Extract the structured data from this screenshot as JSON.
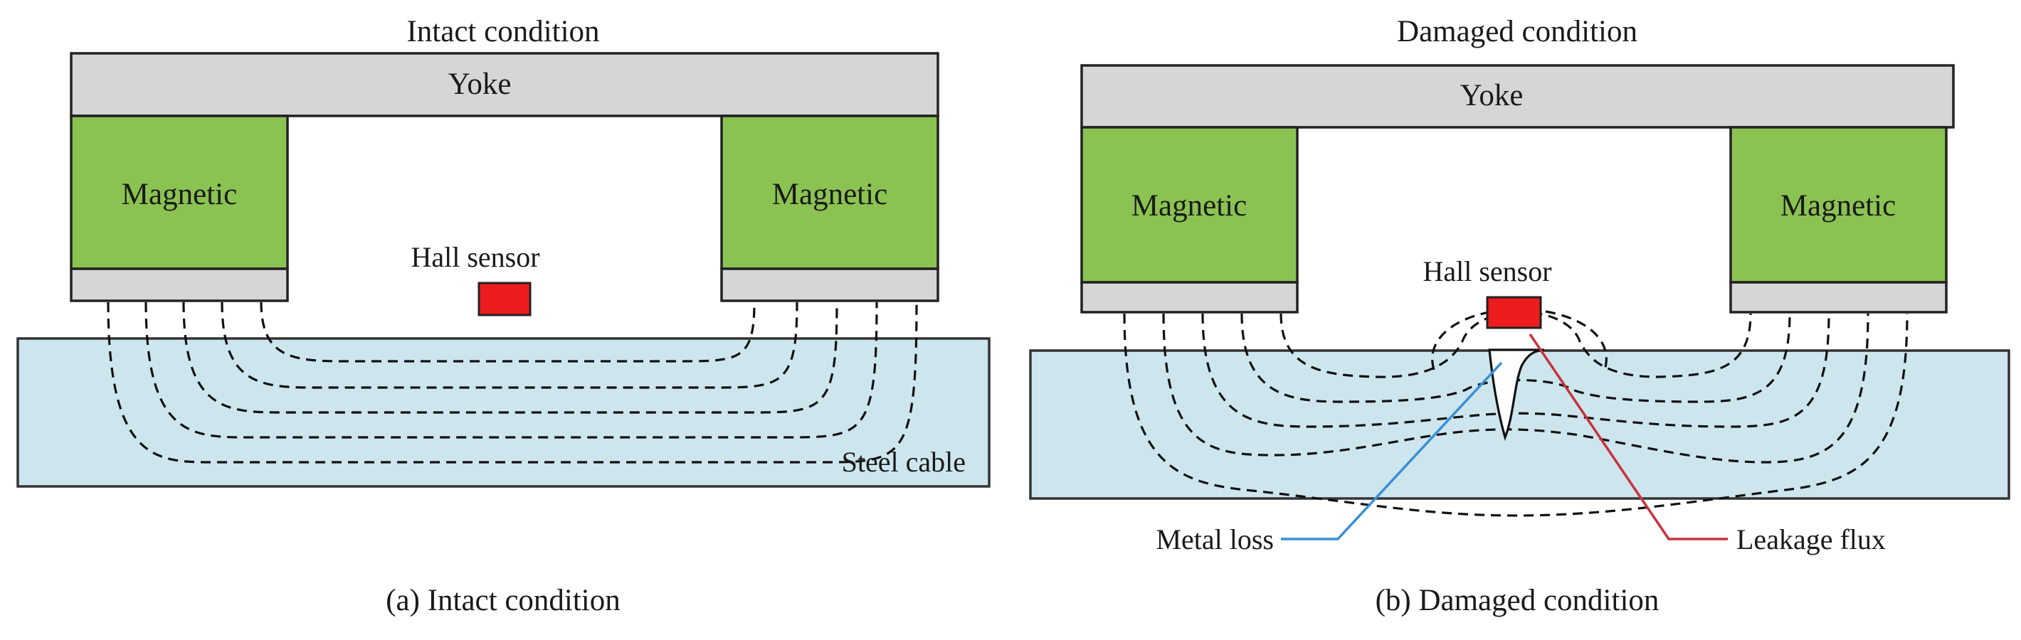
{
  "panels": {
    "intact": {
      "title": "Intact condition",
      "yoke_label": "Yoke",
      "magnet_left_label": "Magnetic",
      "magnet_right_label": "Magnetic",
      "sensor_label": "Hall sensor",
      "cable_label": "Steel cable",
      "caption": "(a)  Intact condition"
    },
    "damaged": {
      "title": "Damaged condition",
      "yoke_label": "Yoke",
      "magnet_left_label": "Magnetic",
      "magnet_right_label": "Magnetic",
      "sensor_label": "Hall sensor",
      "metal_loss_label": "Metal loss",
      "leakage_label": "Leakage flux",
      "caption": "(b)  Damaged condition"
    }
  },
  "colors": {
    "yoke": "#d6d6d6",
    "magnet": "#8bc352",
    "steel_cable": "#cde6ee",
    "hall_sensor": "#ee1c1c",
    "metal_loss_leader": "#3a8fd6",
    "leakage_flux_leader": "#c8323c"
  }
}
